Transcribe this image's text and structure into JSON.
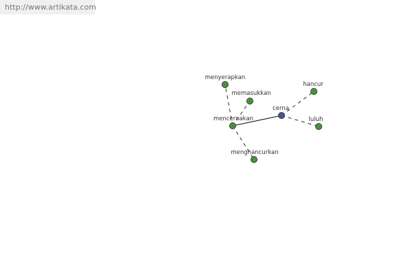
{
  "header": {
    "url": "http://www.artikata.com"
  },
  "colors": {
    "center_node": "#4a50a0",
    "node": "#4f8a44",
    "node_stroke": "#1f3a1a",
    "edge": "#111111",
    "label": "#333333",
    "url_bar_bg": "#f0f0f0",
    "url_text": "#777777"
  },
  "graph": {
    "nodes": [
      {
        "id": "cerna",
        "label": "cerna",
        "kind": "center"
      },
      {
        "id": "mencernakan",
        "label": "mencernakan",
        "kind": "related"
      },
      {
        "id": "menyerapkan",
        "label": "menyerapkan",
        "kind": "related"
      },
      {
        "id": "memasukkan",
        "label": "memasukkan",
        "kind": "related"
      },
      {
        "id": "menghancurkan",
        "label": "menghancurkan",
        "kind": "related"
      },
      {
        "id": "hancur",
        "label": "hancur",
        "kind": "related"
      },
      {
        "id": "luluh",
        "label": "luluh",
        "kind": "related"
      }
    ],
    "edges": [
      {
        "from": "cerna",
        "to": "mencernakan",
        "style": "solid"
      },
      {
        "from": "cerna",
        "to": "hancur",
        "style": "dashed"
      },
      {
        "from": "cerna",
        "to": "luluh",
        "style": "dashed"
      },
      {
        "from": "mencernakan",
        "to": "menyerapkan",
        "style": "dashed"
      },
      {
        "from": "mencernakan",
        "to": "memasukkan",
        "style": "dashed"
      },
      {
        "from": "mencernakan",
        "to": "menghancurkan",
        "style": "dashed"
      }
    ]
  }
}
